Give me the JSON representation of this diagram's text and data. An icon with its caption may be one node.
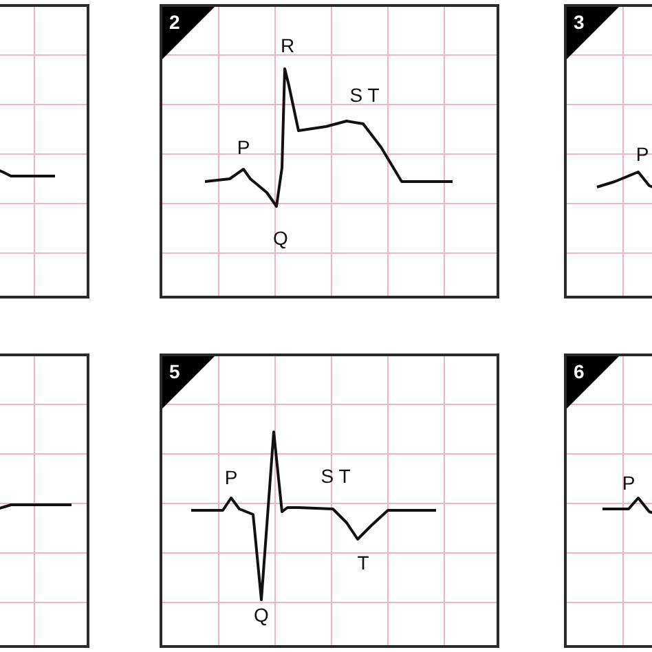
{
  "diagram": {
    "nodes": [
      {
        "text": [],
        "shape": "box"
      },
      {
        "text": [
          "2",
          "R",
          "S T",
          "P",
          "Q"
        ]
      },
      {
        "text": [
          "3",
          "P"
        ]
      },
      {
        "text": [],
        "shape": "box"
      },
      {
        "text": [
          "5",
          "P",
          "S T",
          "T",
          "Q"
        ]
      },
      {
        "text": [
          "6",
          "P"
        ]
      }
    ]
  }
}
